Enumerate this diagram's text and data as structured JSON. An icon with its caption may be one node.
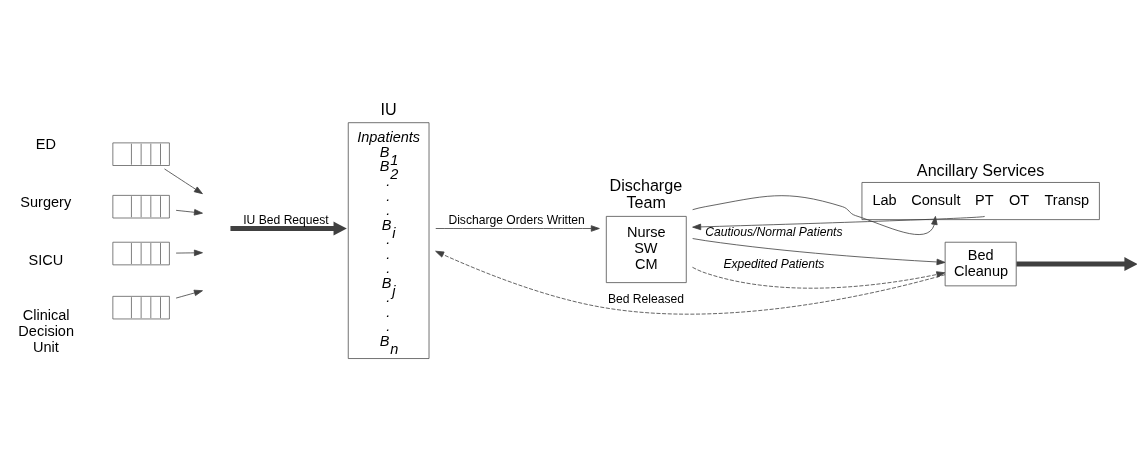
{
  "diagram": {
    "nodes": [
      {
        "text": [
          "ED"
        ]
      },
      {
        "text": [],
        "shape": "queue"
      },
      {
        "text": [
          "Surgery"
        ]
      },
      {
        "text": [],
        "shape": "queue"
      },
      {
        "text": [
          "SICU"
        ]
      },
      {
        "text": [],
        "shape": "queue"
      },
      {
        "text": [
          "Clinical Decision Unit"
        ]
      },
      {
        "text": [],
        "shape": "queue"
      },
      {
        "text": [
          "IU",
          "Inpatients",
          "B$_{1}$",
          "B$_{2}$",
          ".",
          ".",
          ".",
          "B$_{i}$",
          ".",
          ".",
          ".",
          "B$_{j}$",
          ".",
          ".",
          ".",
          "B$_{n}$"
        ]
      },
      {
        "text": [
          "Discharge Team",
          "Nurse",
          "SW",
          "CM"
        ]
      },
      {
        "text": [
          "Ancillary Services",
          "Lab",
          "Consult",
          "PT",
          "OT",
          "Transp"
        ]
      },
      {
        "text": [
          "Bed Cleanup"
        ]
      }
    ],
    "edges": [
      {
        "from": 1,
        "to": null,
        "arrow": "to"
      },
      {
        "from": 3,
        "to": null,
        "arrow": "to"
      },
      {
        "from": 5,
        "to": null,
        "arrow": "to"
      },
      {
        "from": 7,
        "to": null,
        "arrow": "to"
      },
      {
        "from": null,
        "to": 8,
        "arrow": "to",
        "label": "IU Bed Request",
        "style": "thick"
      },
      {
        "from": 8,
        "to": 9,
        "arrow": "to",
        "label": "Discharge Orders Written"
      },
      {
        "from": 9,
        "to": 10,
        "arrow": "to"
      },
      {
        "from": 10,
        "to": 9,
        "arrow": "to"
      },
      {
        "from": 9,
        "to": 11,
        "arrow": "to",
        "label": "Cautious/Normal Patients"
      },
      {
        "from": 9,
        "to": 11,
        "arrow": "to",
        "label": "Expedited Patients",
        "style": "dashed"
      },
      {
        "from": 11,
        "to": null,
        "arrow": "to",
        "style": "thick"
      },
      {
        "from": 11,
        "to": 8,
        "arrow": "to",
        "label": "Bed Released",
        "style": "dashed"
      }
    ]
  }
}
